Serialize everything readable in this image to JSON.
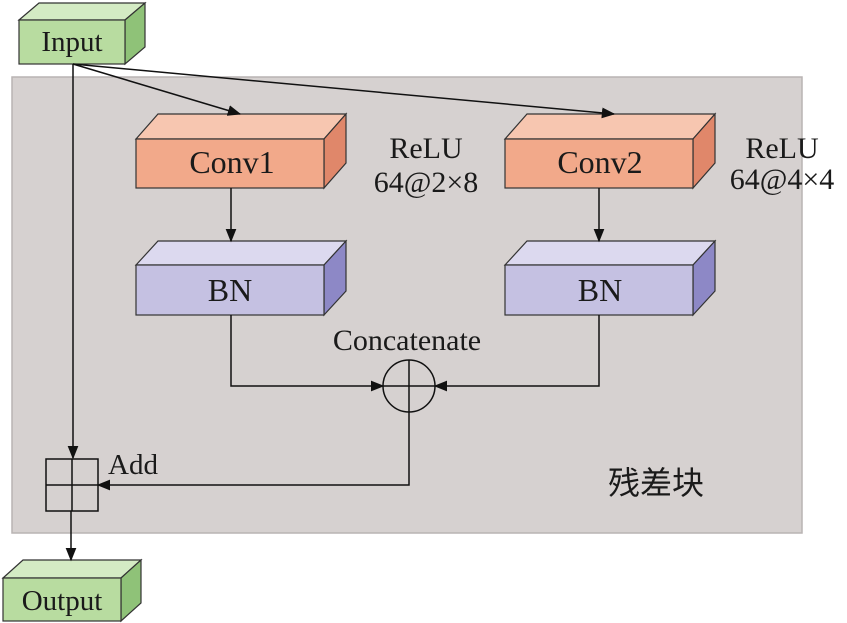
{
  "colors": {
    "region_fill": "#d6d1d0",
    "region_stroke": "#b9b4b3",
    "io_front": "#b8dca0",
    "io_top": "#d4ebc4",
    "io_side": "#8fc278",
    "conv_front": "#f2a98a",
    "conv_top": "#f7c6b0",
    "conv_side": "#e0876a",
    "bn_front": "#c5c1e2",
    "bn_top": "#dcd9ef",
    "bn_side": "#8d88c6",
    "line": "#111111"
  },
  "nodes": {
    "input": {
      "label": "Input"
    },
    "output": {
      "label": "Output"
    },
    "conv1": {
      "label": "Conv1"
    },
    "conv2": {
      "label": "Conv2"
    },
    "bn1": {
      "label": "BN"
    },
    "bn2": {
      "label": "BN"
    }
  },
  "annotations": {
    "conv1_act": "ReLU",
    "conv1_spec": "64@2×8",
    "conv2_act": "ReLU",
    "conv2_spec": "64@4×4",
    "concat": "Concatenate",
    "add": "Add",
    "block": "残差块"
  },
  "icons": {
    "concat_op": "circle-plus-icon",
    "add_op": "square-plus-icon"
  }
}
